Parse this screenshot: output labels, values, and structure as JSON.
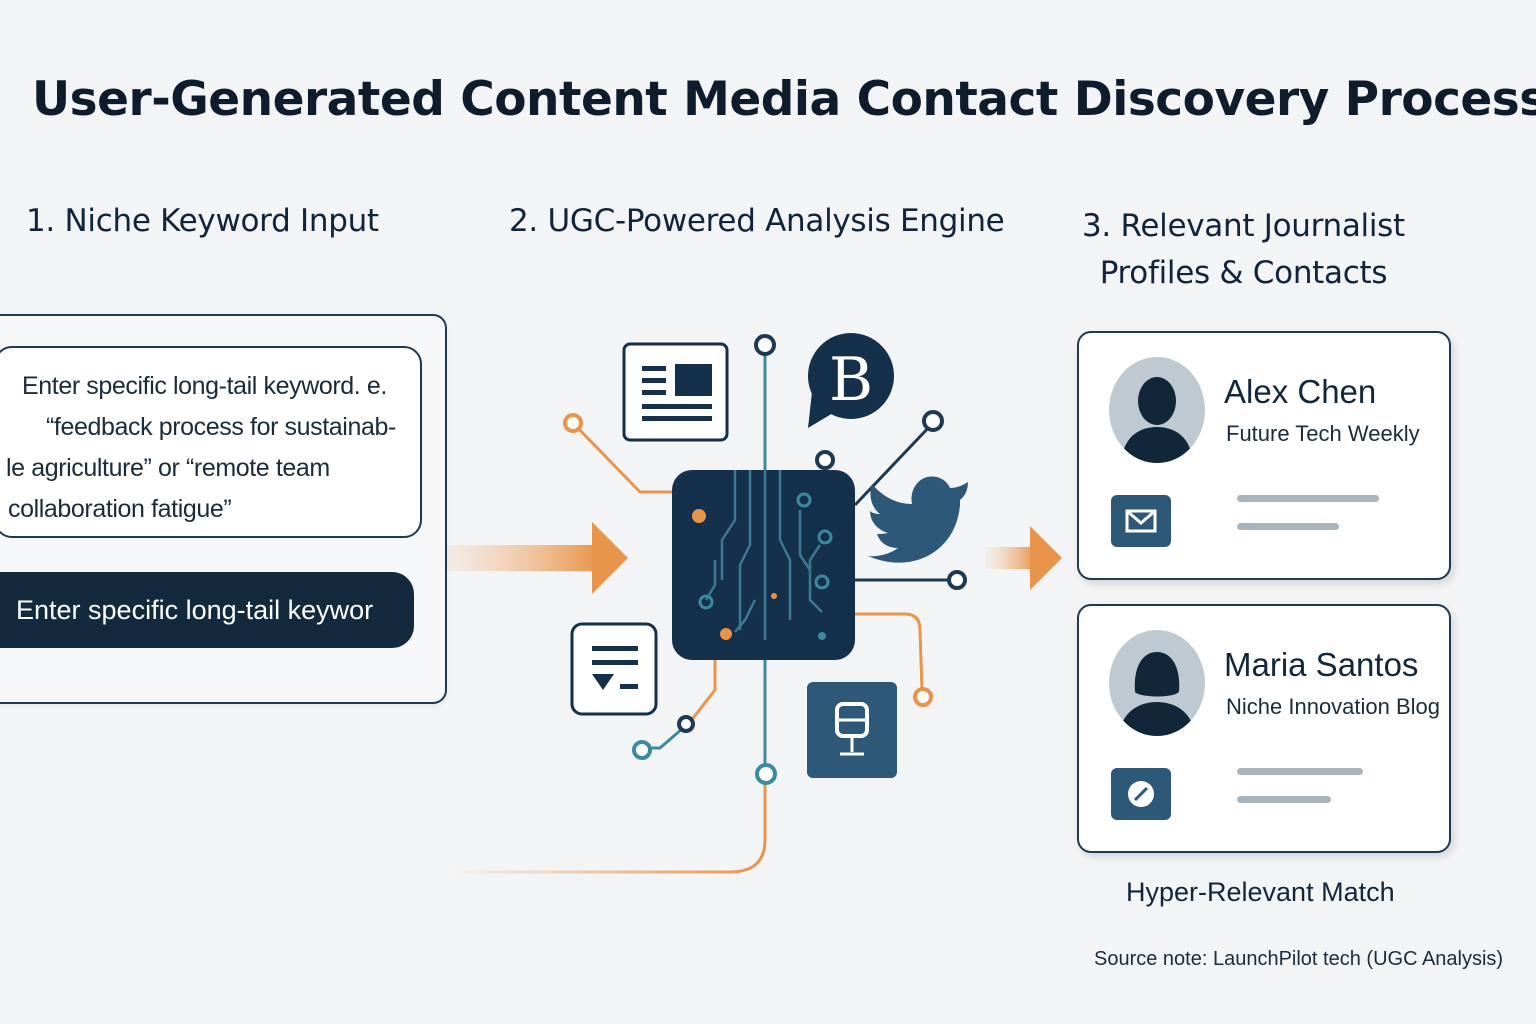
{
  "title": "User-Generated Content Media Contact Discovery Process",
  "steps": {
    "step1": "1. Niche Keyword Input",
    "step2": "2. UGC-Powered Analysis Engine",
    "step3_line1": "3. Relevant Journalist",
    "step3_line2": "Profiles & Contacts"
  },
  "input": {
    "textarea_lines": [
      "Enter specific long-tail keyword. e.",
      "“feedback process for sustainab-",
      "le agriculture” or “remote team",
      "collaboration fatigue”"
    ],
    "button_label": "Enter specific long-tail keywor"
  },
  "engine": {
    "blog_letter": "B"
  },
  "profiles": [
    {
      "name": "Alex Chen",
      "outlet": "Future Tech Weekly",
      "contact_icon": "mail-icon"
    },
    {
      "name": "Maria Santos",
      "outlet": "Niche Innovation Blog",
      "contact_icon": "link-icon"
    }
  ],
  "match_label": "Hyper-Relevant Match",
  "source_note": "Source note: LaunchPilot tech (UGC Analysis)",
  "colors": {
    "navy": "#132a3e",
    "accent_orange": "#e8944a",
    "teal": "#3c8a9e",
    "icon_blue": "#2d5877"
  }
}
